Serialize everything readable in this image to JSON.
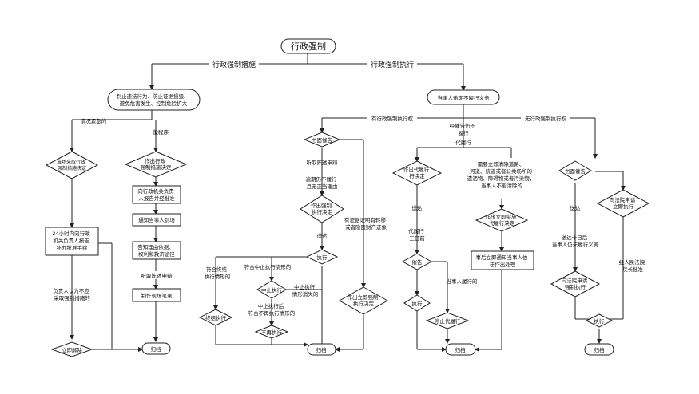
{
  "title": "行政强制",
  "branches": {
    "left": "行政强制措施",
    "right": "行政强制执行"
  },
  "measures": {
    "purpose": [
      "制止违法行为、防止证据损毁、",
      "避免危害发生、控制危险扩大"
    ],
    "urgent_label": "情况紧急的",
    "normal_label": "一般程序",
    "onsite_decision": [
      "当场采取行政",
      "强制措施决定"
    ],
    "report_24h": [
      "24小时内向行政",
      "机关负责人报告",
      "补办批准手续"
    ],
    "not_approved": [
      "负责人认为不应",
      "采取强制措施的"
    ],
    "release": "立即解除",
    "make_decision": [
      "作出行政",
      "强制措施决定"
    ],
    "report_head": [
      "向行政机关负责",
      "人报告并经批准"
    ],
    "notify_party": "通知当事人到场",
    "inform_party": [
      "告知理由依据、",
      "权利和救济途径"
    ],
    "hear_defense": "听取陈述申辩",
    "record": "制作现场笔录",
    "archive": "归档"
  },
  "enforcement": {
    "party_fails": "当事人逾期不履行义务",
    "admin_power_label": "有行政强制执行权",
    "no_power_label": "无行政强制执行权",
    "remind_fail": [
      "经催告仍不",
      "履行"
    ],
    "substitute_label": "代履行",
    "written_notice": "书面催告",
    "hear_defense": "听取陈述申辩",
    "overdue": [
      "逾期仍不履行",
      "且无正当理由"
    ],
    "execution_decision": [
      "作出强制",
      "执行决定"
    ],
    "evidence_transfer": [
      "有证据证明有转移",
      "或者隐匿财产迹象"
    ],
    "serve": "送达",
    "execute": "执行",
    "terminate_cases": [
      "符合终结",
      "执行情形的"
    ],
    "suspend_cases": [
      "符合中止执行情形的"
    ],
    "suspend": "中止执行",
    "suspend_gone": [
      "中止执行",
      "情形消失的"
    ],
    "after_suspend": [
      "中止执行后",
      "符合不再执行情形的"
    ],
    "no_execute": "不再执行",
    "terminate": "终结执行",
    "immediate_decision": [
      "作出立即强制",
      "执行决定"
    ],
    "archive": "归档",
    "substitute_decision": [
      "作出代履行",
      "行决定"
    ],
    "serve2": "送达",
    "substitute_3days": [
      "代履行",
      "三日前"
    ],
    "remind": "催告",
    "party_performed": "当事人履行的",
    "execute2": "执行",
    "stop_substitute": "停止代履行",
    "clear_road": [
      "需要立即清除道路、",
      "河道、航道或者公共场所的",
      "遗洒物、障碍物或者污染物，",
      "当事人不能清除的"
    ],
    "immediate_substitute": [
      "作出立即实施",
      "代履行决定"
    ],
    "notify_after": [
      "事后立即通知当事人依",
      "法作出处理"
    ],
    "archive2": "归档",
    "no_power_notice": "书面催告",
    "serve3": "送达",
    "court_apply": [
      "向法院申请",
      "立即执行"
    ],
    "ten_days": [
      "送达十日后",
      "当事人仍未履行义务"
    ],
    "court_chief": [
      "经人民法院",
      "院长批准"
    ],
    "court_enforce": [
      "向法院申请",
      "强制执行"
    ],
    "execute3": "执行",
    "archive3": "归档"
  }
}
